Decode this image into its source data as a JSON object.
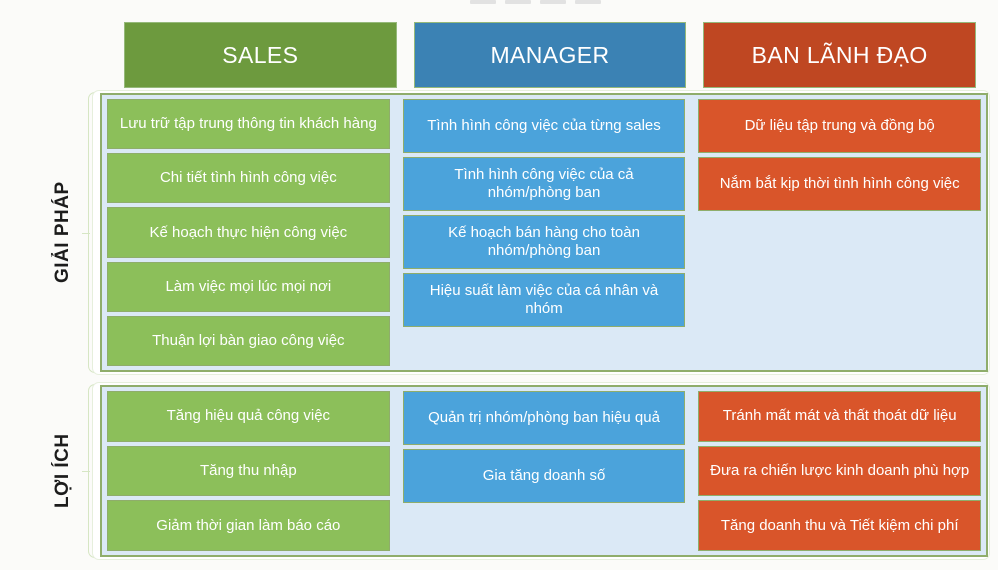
{
  "diagram": {
    "columns": [
      {
        "key": "sales",
        "label": "SALES",
        "color": "#6d9a3e",
        "body_color": "#8cbf5a"
      },
      {
        "key": "manager",
        "label": "MANAGER",
        "color": "#3b82b4",
        "body_color": "#4ba3db"
      },
      {
        "key": "board",
        "label": "BAN LÃNH ĐẠO",
        "color": "#bf4722",
        "body_color": "#d9552a"
      }
    ],
    "sections": [
      {
        "key": "solutions",
        "label": "GIẢI PHÁP",
        "sales": [
          "Lưu trữ tập trung thông tin khách hàng",
          "Chi tiết tình hình công việc",
          "Kế hoạch thực hiện công việc",
          "Làm việc mọi lúc mọi nơi",
          "Thuận lợi bàn giao công việc"
        ],
        "manager": [
          "Tình hình công việc của từng sales",
          "Tình hình công việc của cả nhóm/phòng ban",
          "Kế hoạch bán hàng cho toàn nhóm/phòng ban",
          "Hiệu suất làm việc của cá nhân và nhóm"
        ],
        "board": [
          "Dữ liệu tập trung và đồng bộ",
          "Nắm bắt kịp thời tình hình công việc"
        ]
      },
      {
        "key": "benefits",
        "label": "LỢI ÍCH",
        "sales": [
          "Tăng hiệu quả công việc",
          "Tăng thu nhập",
          "Giảm thời gian làm báo cáo"
        ],
        "manager": [
          "Quản trị nhóm/phòng ban hiệu quả",
          "Gia tăng doanh số"
        ],
        "board": [
          "Tránh mất mát và thất thoát dữ liệu",
          "Đưa ra chiến lược kinh doanh phù hợp",
          "Tăng doanh thu và Tiết kiệm chi phí"
        ]
      }
    ]
  }
}
